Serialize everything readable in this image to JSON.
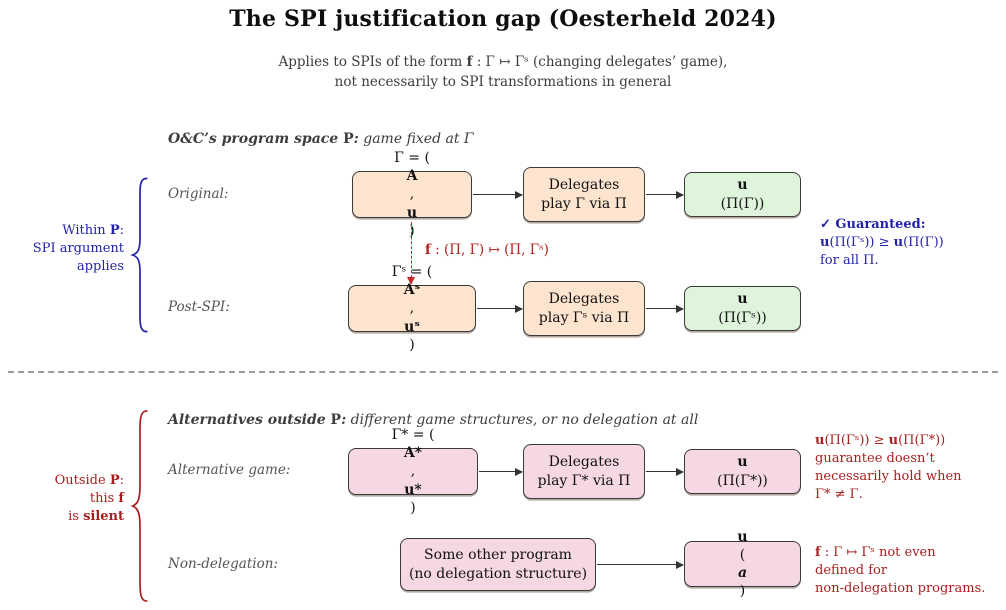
{
  "colors": {
    "peach_box": "#fce4cf",
    "green_box": "#def5dc",
    "pink_box": "#f6d8e4",
    "blue_accent": "#2323a8",
    "red_accent": "#a81f1f",
    "arrow": "#333333"
  },
  "title": "The SPI justification gap (Oesterheld 2024)",
  "subtitle": {
    "line1": [
      {
        "t": "Applies to SPIs of the form "
      },
      {
        "t": "f",
        "b": true
      },
      {
        "t": " : Γ ↦ Γˢ (changing delegates’ game),"
      }
    ],
    "line2": "not necessarily to SPI transformations in general"
  },
  "top_section": {
    "header": [
      {
        "t": "O&C’s program space ",
        "b": true,
        "i": true
      },
      {
        "t": "P",
        "b": true
      },
      {
        "t": ":",
        "b": true,
        "i": true
      },
      {
        "t": " game fixed at Γ",
        "i": true
      }
    ],
    "left_note": {
      "lines": [
        [
          {
            "t": "Within "
          },
          {
            "t": "P",
            "b": true
          },
          {
            "t": ":"
          }
        ],
        [
          {
            "t": "SPI argument"
          }
        ],
        [
          {
            "t": "applies"
          }
        ]
      ]
    },
    "rows": {
      "original": {
        "label": "Original:",
        "game_box": [
          {
            "t": "Γ = ("
          },
          {
            "t": "A",
            "b": true
          },
          {
            "t": ", "
          },
          {
            "t": "u",
            "b": true
          },
          {
            "t": ")"
          }
        ],
        "delegate_box": {
          "line1": "Delegates",
          "line2": "play Γ via Π"
        },
        "result_box": [
          {
            "t": "u",
            "b": true
          },
          {
            "t": "(Π(Γ))"
          }
        ]
      },
      "post_spi": {
        "label": "Post-SPI:",
        "game_box": [
          {
            "t": "Γˢ = ("
          },
          {
            "t": "Aˢ",
            "b": true
          },
          {
            "t": ", "
          },
          {
            "t": "uˢ",
            "b": true
          },
          {
            "t": ")"
          }
        ],
        "delegate_box": {
          "line1": "Delegates",
          "line2": "play Γˢ via Π"
        },
        "result_box": [
          {
            "t": "u",
            "b": true
          },
          {
            "t": "(Π(Γˢ))"
          }
        ]
      }
    },
    "f_arrow_label": [
      {
        "t": "f",
        "b": true
      },
      {
        "t": " :  (Π, Γ) ↦ (Π, Γˢ)"
      }
    ],
    "right_note": {
      "line1": [
        {
          "t": "✓ ",
          "b": true
        },
        {
          "t": "Guaranteed:",
          "b": true
        }
      ],
      "line2": [
        {
          "t": "u",
          "b": true
        },
        {
          "t": "(Π(Γˢ)) ≥ "
        },
        {
          "t": "u",
          "b": true
        },
        {
          "t": "(Π(Γ))"
        }
      ],
      "line3": "for all Π."
    }
  },
  "bottom_section": {
    "header": [
      {
        "t": "Alternatives outside ",
        "b": true,
        "i": true
      },
      {
        "t": "P",
        "b": true
      },
      {
        "t": ":",
        "b": true,
        "i": true
      },
      {
        "t": " different game structures, or no delegation at all",
        "i": true
      }
    ],
    "left_note": {
      "lines": [
        [
          {
            "t": "Outside "
          },
          {
            "t": "P",
            "b": true
          },
          {
            "t": ":"
          }
        ],
        [
          {
            "t": "this "
          },
          {
            "t": "f",
            "b": true
          }
        ],
        [
          {
            "t": "is "
          },
          {
            "t": "silent",
            "b": true
          }
        ]
      ]
    },
    "rows": {
      "alternative_game": {
        "label": "Alternative game:",
        "game_box": [
          {
            "t": "Γ* = ("
          },
          {
            "t": "A*",
            "b": true
          },
          {
            "t": ", "
          },
          {
            "t": "u*",
            "b": true
          },
          {
            "t": ")"
          }
        ],
        "delegate_box": {
          "line1": "Delegates",
          "line2": "play Γ* via Π"
        },
        "result_box": [
          {
            "t": "u",
            "b": true
          },
          {
            "t": "(Π(Γ*))"
          }
        ]
      },
      "non_delegation": {
        "label": "Non-delegation:",
        "program_box": {
          "line1": "Some other program",
          "line2": "(no delegation structure)"
        },
        "result_box": [
          {
            "t": "u",
            "b": true
          },
          {
            "t": "("
          },
          {
            "t": "a",
            "b": true,
            "i": true
          },
          {
            "t": ")"
          }
        ]
      }
    },
    "right_note_alternative": {
      "line1": [
        {
          "t": "u",
          "b": true
        },
        {
          "t": "(Π(Γˢ)) ≥ "
        },
        {
          "t": "u",
          "b": true
        },
        {
          "t": "(Π(Γ*))"
        }
      ],
      "line2": "guarantee doesn’t",
      "line3": "necessarily hold when",
      "line4": "Γ* ≠ Γ."
    },
    "right_note_non_delegation": {
      "line1": [
        {
          "t": "f",
          "b": true
        },
        {
          "t": " : Γ ↦ Γˢ not even"
        }
      ],
      "line2": "defined for",
      "line3": "non-delegation programs."
    }
  }
}
